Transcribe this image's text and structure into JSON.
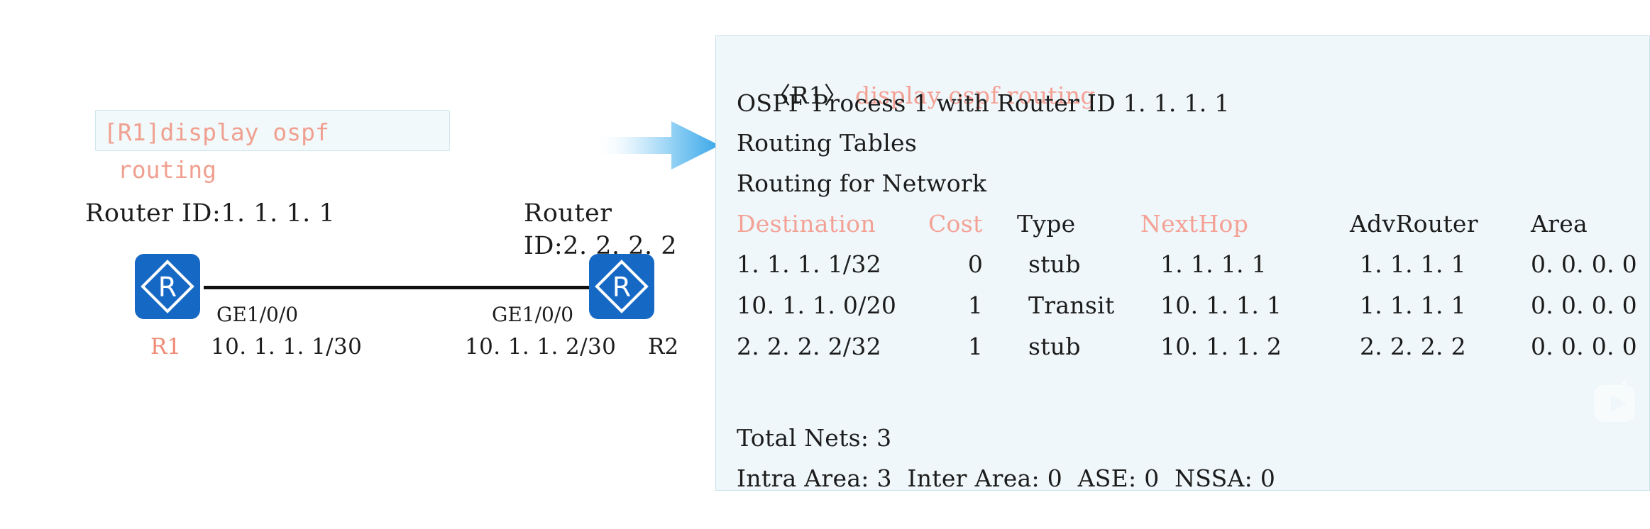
{
  "diagram": {
    "callout": {
      "text": "[R1]display ospf\n routing"
    },
    "left_router": {
      "router_id_label": "Router ID:1. 1. 1. 1",
      "name": "R1",
      "interface": "GE1/0/0",
      "ip": "10. 1. 1. 1/30",
      "icon_letter": "R"
    },
    "right_router": {
      "router_id_label": "Router\nID:2. 2. 2. 2",
      "name": "R2",
      "interface": "GE1/0/0",
      "ip": "10. 1. 1. 2/30",
      "icon_letter": "R"
    }
  },
  "terminal": {
    "prompt": "〈R1〉",
    "command": "display ospf routing",
    "lines": [
      "OSPF Process 1 with Router ID 1. 1. 1. 1",
      "Routing Tables",
      "Routing for Network"
    ],
    "table": {
      "headers": [
        {
          "label": "Destination",
          "accent": true
        },
        {
          "label": "Cost",
          "accent": true
        },
        {
          "label": "Type",
          "accent": false
        },
        {
          "label": "NextHop",
          "accent": true
        },
        {
          "label": "AdvRouter",
          "accent": false
        },
        {
          "label": "Area",
          "accent": false
        }
      ],
      "rows": [
        [
          "1. 1. 1. 1/32",
          "0",
          "stub",
          "1. 1. 1. 1",
          "1. 1. 1. 1",
          "0. 0. 0. 0"
        ],
        [
          "10. 1. 1. 0/20",
          "1",
          "Transit",
          "10. 1. 1. 1",
          "1. 1. 1. 1",
          "0. 0. 0. 0"
        ],
        [
          "2. 2. 2. 2/32",
          "1",
          "stub",
          "10. 1. 1. 2",
          "2. 2. 2. 2",
          "0. 0. 0. 0"
        ]
      ]
    },
    "summary": [
      "Total Nets: 3",
      "Intra Area: 3  Inter Area: 0  ASE: 0  NSSA: 0"
    ]
  },
  "colors": {
    "accent_salmon": "#f4a195",
    "router_blue": "#1668c5",
    "panel_bg": "#eff7fa",
    "panel_border": "#c8e1ea",
    "arrow_blue": "#4cb3ec"
  }
}
